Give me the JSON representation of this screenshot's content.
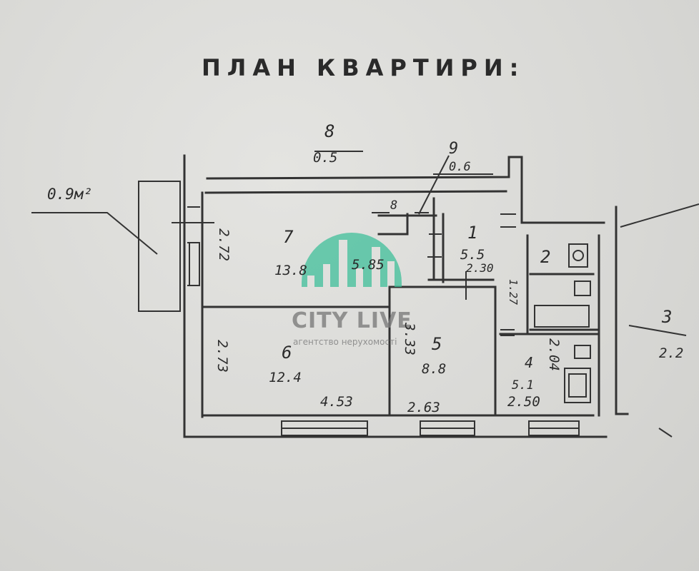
{
  "title": "ПЛАН КВАРТИРИ:",
  "rooms": [
    {
      "id": "7",
      "area": "13.8"
    },
    {
      "id": "6",
      "area": "12.4"
    },
    {
      "id": "5",
      "area": "8.8"
    },
    {
      "id": "1",
      "area": "5.5"
    },
    {
      "id": "2"
    },
    {
      "id": "3",
      "area": "2.2"
    },
    {
      "id": "4",
      "area": "5.1"
    },
    {
      "id": "8",
      "area": "0.5"
    },
    {
      "id": "9",
      "area": "0.6"
    }
  ],
  "balcony_area": "0.9м²",
  "room8_inner": "8",
  "dimensions": {
    "r7_width": "5.85",
    "r7_height": "2.72",
    "r6_width": "4.53",
    "r6_height": "2.73",
    "r5_width": "2.63",
    "r5_height": "3.33",
    "hall_width": "2.30",
    "hall_height": "1.27",
    "kitchen_width": "2.50",
    "kitchen_height": "2.04"
  },
  "watermark": {
    "name": "CITY LIVE",
    "subtitle": "агентство нерухомості",
    "color": "#3fbf9a"
  }
}
